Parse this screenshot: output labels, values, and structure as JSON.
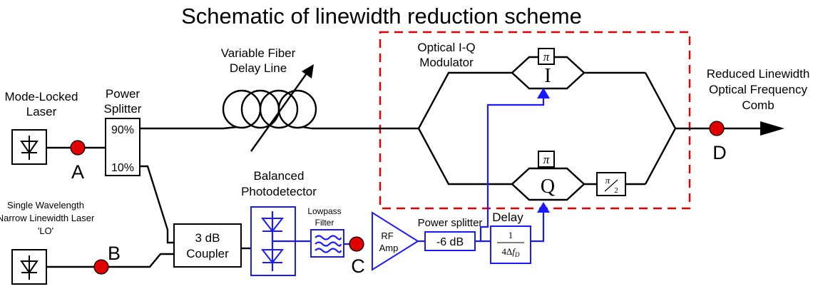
{
  "title": "Schematic of linewidth reduction scheme",
  "labels": {
    "mll_line1": "Mode-Locked",
    "mll_line2": "Laser",
    "splitter_line1": "Power",
    "splitter_line2": "Splitter",
    "split_90": "90%",
    "split_10": "10%",
    "delay_line1": "Variable Fiber",
    "delay_line2": "Delay Line",
    "iq_line1": "Optical I-Q",
    "iq_line2": "Modulator",
    "out_line1": "Reduced Linewidth",
    "out_line2": "Optical Frequency",
    "out_line3": "Comb",
    "lo_line1": "Single Wavelength",
    "lo_line2": "Narrow Linewidth Laser",
    "lo_line3": "'LO'",
    "coupler_line1": "3 dB",
    "coupler_line2": "Coupler",
    "bpd_line1": "Balanced",
    "bpd_line2": "Photodetector",
    "lpf_line1": "Lowpass",
    "lpf_line2": "Filter",
    "rf_line1": "RF",
    "rf_line2": "Amp",
    "psplit_label": "Power splitter",
    "psplit_value": "-6 dB",
    "delay_label": "Delay",
    "delay_num": "1",
    "delay_den_pre": "4Δ",
    "delay_den_f": "f",
    "delay_den_sub": "D",
    "arm_i": "I",
    "arm_q": "Q",
    "pi": "π",
    "pi_half_num": "π",
    "pi_half_den": "2",
    "point_a": "A",
    "point_b": "B",
    "point_c": "C",
    "point_d": "D"
  },
  "colors": {
    "optical_path": "#000000",
    "electrical_path": "#1a1aff",
    "marker": "#e00000",
    "modulator_border": "#e00000"
  }
}
